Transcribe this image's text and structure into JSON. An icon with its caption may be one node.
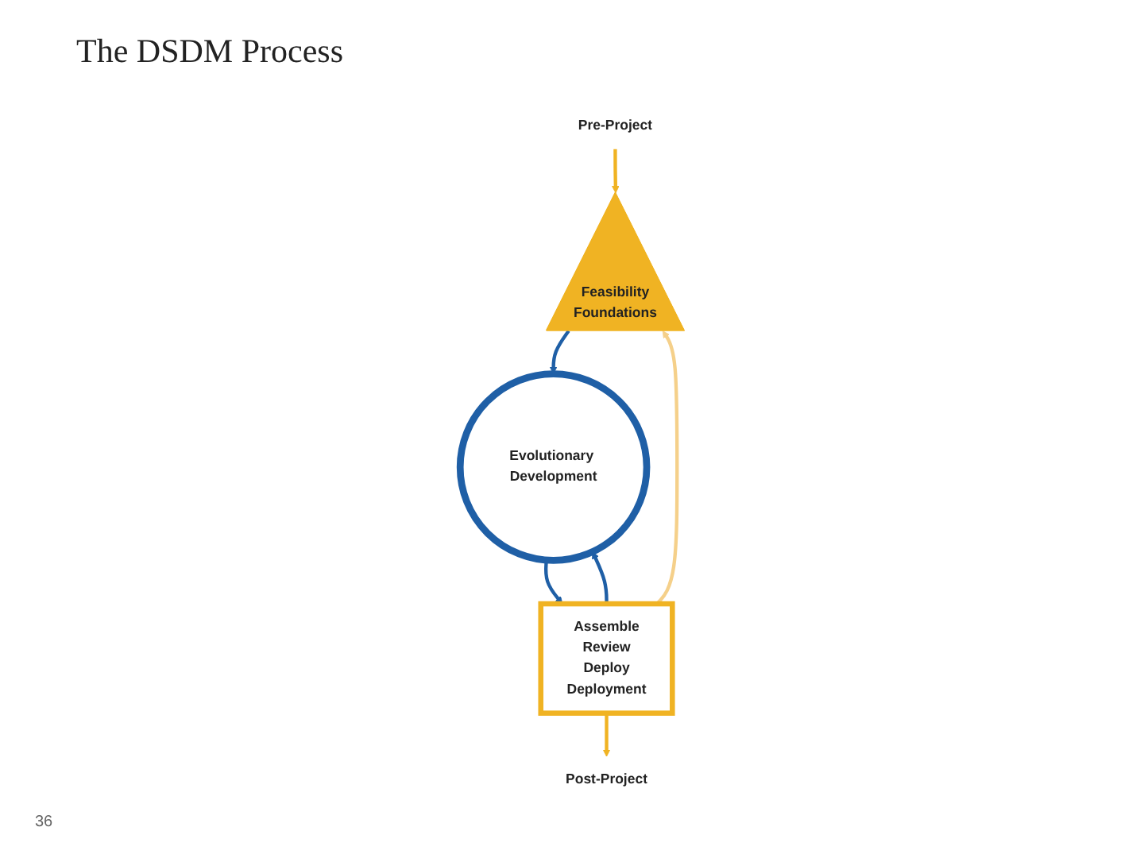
{
  "diagram": {
    "title": "The DSDM Process",
    "nodes": [
      {
        "text": [
          "Pre-Project"
        ]
      },
      {
        "text": [
          "Feasibility",
          "Foundations"
        ]
      },
      {
        "text": [
          "Evolutionary Development"
        ]
      },
      {
        "text": [
          "Assemble",
          "Review",
          "Deploy",
          "Deployment"
        ]
      },
      {
        "text": [
          "Post-Project"
        ]
      }
    ],
    "edges": [
      {
        "from": 0,
        "to": 1,
        "arrow": "to",
        "color": "#f0b323"
      },
      {
        "from": 1,
        "to": 2,
        "arrow": "to",
        "color": "#1f5fa6"
      },
      {
        "from": 2,
        "to": 3,
        "arrow": "to",
        "color": "#1f5fa6"
      },
      {
        "from": 3,
        "to": 2,
        "arrow": "to",
        "color": "#1f5fa6"
      },
      {
        "from": 3,
        "to": 1,
        "arrow": "to",
        "color": "#f5d08a"
      },
      {
        "from": 3,
        "to": 4,
        "arrow": "to",
        "color": "#f0b323"
      }
    ],
    "labels": [
      "36"
    ]
  }
}
